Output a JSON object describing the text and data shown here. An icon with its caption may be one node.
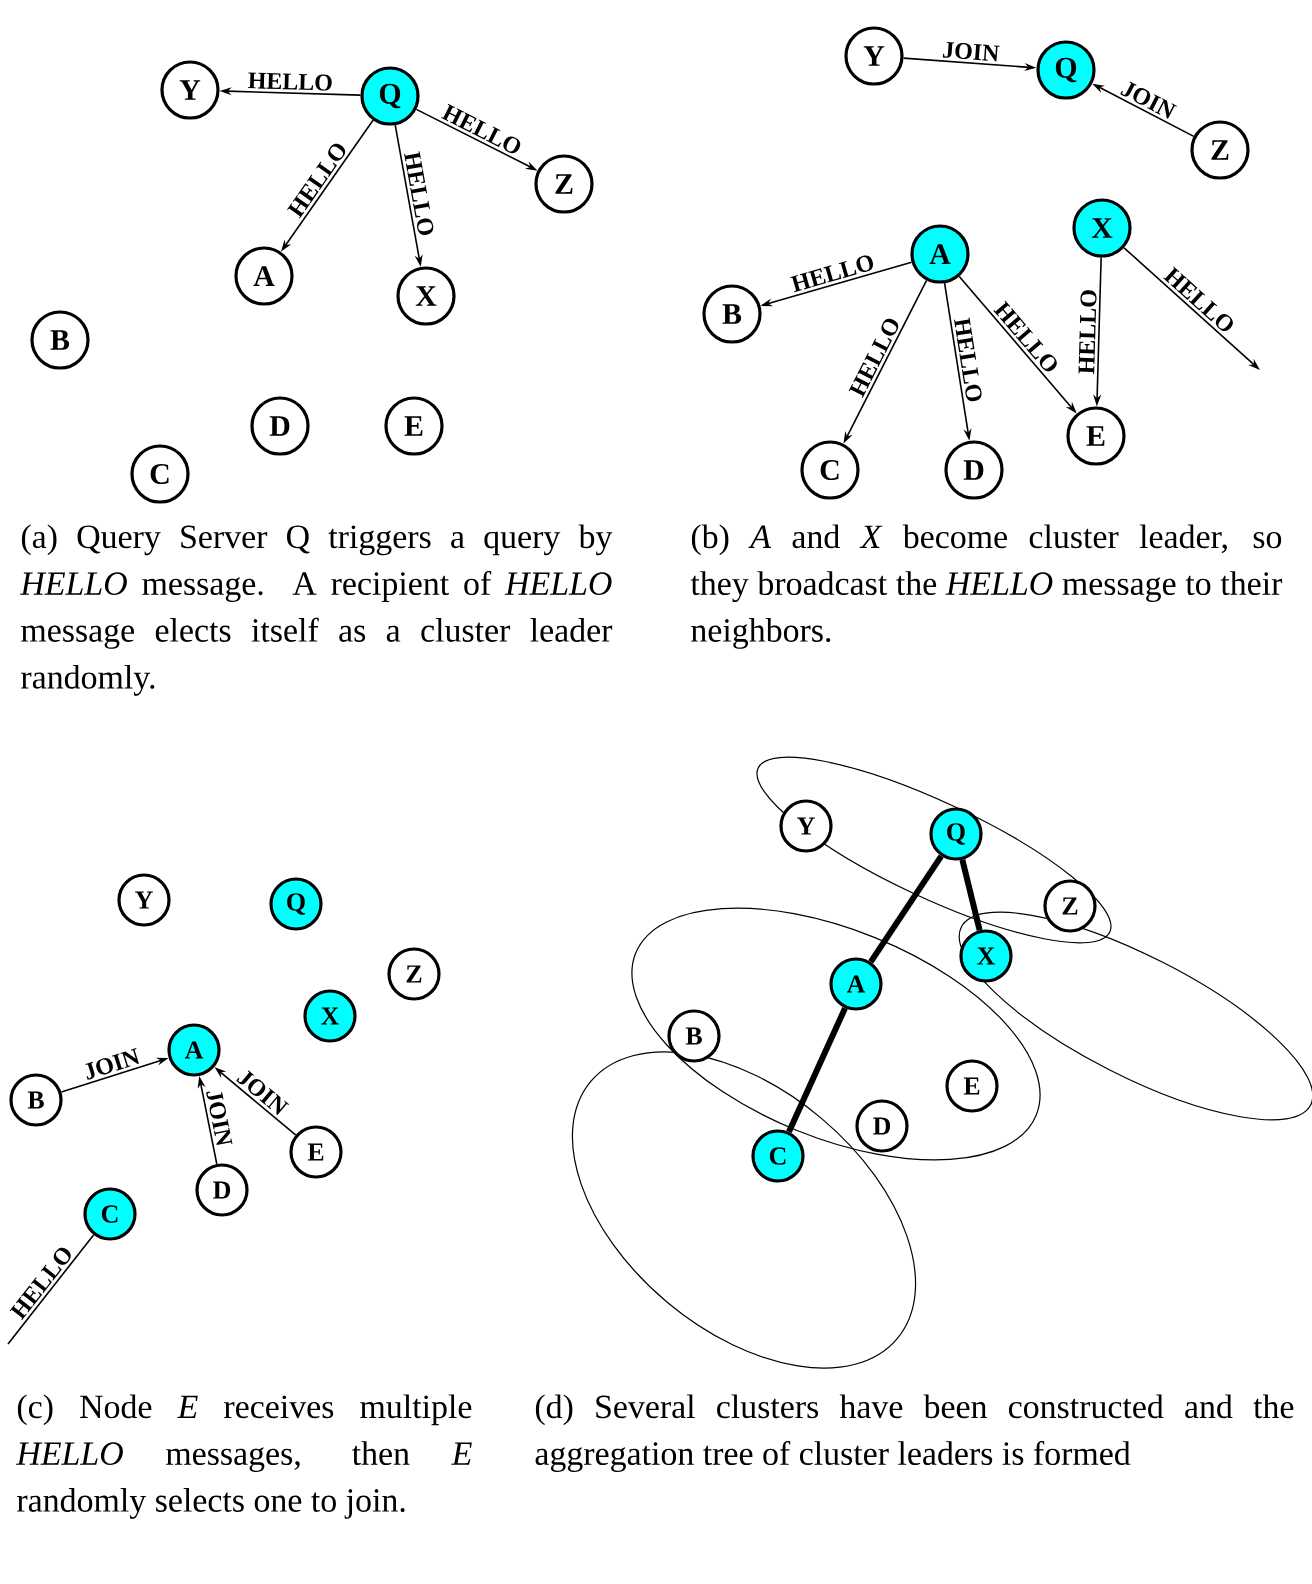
{
  "diagram": {
    "nodes": [
      {
        "text": [
          "Y"
        ]
      },
      {
        "text": [
          "Q"
        ]
      },
      {
        "text": [
          "Z"
        ]
      },
      {
        "text": [
          "A"
        ]
      },
      {
        "text": [
          "X"
        ]
      },
      {
        "text": [
          "B"
        ]
      },
      {
        "text": [
          "D"
        ]
      },
      {
        "text": [
          "E"
        ]
      },
      {
        "text": [
          "C"
        ]
      },
      {
        "text": [
          "Y"
        ]
      },
      {
        "text": [
          "Q"
        ]
      },
      {
        "text": [
          "Z"
        ]
      },
      {
        "text": [
          "X"
        ]
      },
      {
        "text": [
          "A"
        ]
      },
      {
        "text": [
          "B"
        ]
      },
      {
        "text": [
          "E"
        ]
      },
      {
        "text": [
          "C"
        ]
      },
      {
        "text": [
          "D"
        ]
      },
      {
        "text": [
          "Y"
        ]
      },
      {
        "text": [
          "Q"
        ]
      },
      {
        "text": [
          "Z"
        ]
      },
      {
        "text": [
          "X"
        ]
      },
      {
        "text": [
          "A"
        ]
      },
      {
        "text": [
          "B"
        ]
      },
      {
        "text": [
          "E"
        ]
      },
      {
        "text": [
          "D"
        ]
      },
      {
        "text": [
          "C"
        ]
      },
      {
        "text": [
          "Y"
        ]
      },
      {
        "text": [
          "Q"
        ]
      },
      {
        "text": [
          "Z"
        ]
      },
      {
        "text": [
          "X"
        ]
      },
      {
        "text": [
          "A"
        ]
      },
      {
        "text": [
          "B"
        ]
      },
      {
        "text": [
          "E"
        ]
      },
      {
        "text": [
          "D"
        ]
      },
      {
        "text": [
          "C"
        ]
      }
    ],
    "edges": [
      {
        "from": 1,
        "to": 0,
        "arrow": "to",
        "label": "HELLO"
      },
      {
        "from": 1,
        "to": 3,
        "arrow": "to",
        "label": "HELLO"
      },
      {
        "from": 1,
        "to": 4,
        "arrow": "to",
        "label": "HELLO"
      },
      {
        "from": 1,
        "to": 2,
        "arrow": "to",
        "label": "HELLO"
      },
      {
        "from": 9,
        "to": 10,
        "arrow": "to",
        "label": "JOIN"
      },
      {
        "from": 11,
        "to": 10,
        "arrow": "to",
        "label": "JOIN"
      },
      {
        "from": 13,
        "to": 14,
        "arrow": "to",
        "label": "HELLO"
      },
      {
        "from": 13,
        "to": 16,
        "arrow": "to",
        "label": "HELLO"
      },
      {
        "from": 13,
        "to": 17,
        "arrow": "to",
        "label": "HELLO"
      },
      {
        "from": 13,
        "to": 15,
        "arrow": "to",
        "label": "HELLO"
      },
      {
        "from": 12,
        "to": 15,
        "arrow": "to",
        "label": "HELLO"
      },
      {
        "from": 12,
        "to": null,
        "arrow": "to",
        "label": "HELLO"
      },
      {
        "from": 23,
        "to": 22,
        "arrow": "to",
        "label": "JOIN"
      },
      {
        "from": 25,
        "to": 22,
        "arrow": "to",
        "label": "JOIN"
      },
      {
        "from": 24,
        "to": 22,
        "arrow": "to",
        "label": "JOIN"
      },
      {
        "from": 26,
        "to": null,
        "arrow": "none",
        "label": "HELLO"
      },
      {
        "from": 28,
        "to": 31,
        "arrow": "none",
        "style": "thick"
      },
      {
        "from": 28,
        "to": 30,
        "arrow": "none",
        "style": "thick"
      },
      {
        "from": 31,
        "to": 35,
        "arrow": "none",
        "style": "thick"
      }
    ],
    "labels": [
      "(a) Query Server Q triggers a query by *HELLO* message. A recipient of *HELLO* message elects itself as a cluster leader randomly.",
      "(b) *A* and *X* become cluster leader, so they broadcast the *HELLO* message to their neighbors.",
      "(c) Node *E* receives multiple *HELLO* messages, then *E* randomly selects one to join.",
      "(d) Several clusters have been constructed and the aggregation tree of cluster leaders is formed"
    ]
  }
}
